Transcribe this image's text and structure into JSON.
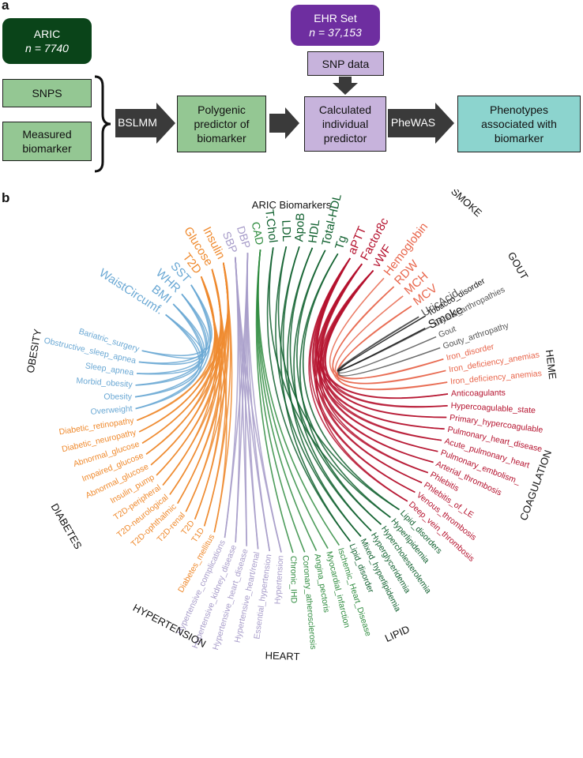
{
  "panel_a": {
    "letter": "a",
    "aric_title": "ARIC",
    "aric_n": "n = 7740",
    "ehr_title": "EHR Set",
    "ehr_n": "n = 37,153",
    "snps_label": "SNPS",
    "measured_label": "Measured biomarker",
    "bslmm_label": "BSLMM",
    "polygenic_label": "Polygenic predictor of biomarker",
    "snp_data_label": "SNP data",
    "calculated_label": "Calculated individual predictor",
    "phewas_label": "PheWAS",
    "phenotypes_label": "Phenotypes associated with biomarker"
  },
  "panel_b": {
    "letter": "b",
    "title": "ARIC Biomarkers",
    "colors": {
      "obesity": "#6aa8d4",
      "diabetes": "#ef8a2e",
      "hypertension": "#a79cc9",
      "heart": "#2e8b3e",
      "lipid": "#0e5f2d",
      "coagulation": "#b5122e",
      "heme": "#e8664c",
      "gout": "#555555",
      "smoke": "#111111"
    },
    "categories": [
      {
        "key": "obesity",
        "label": "OBESITY"
      },
      {
        "key": "diabetes",
        "label": "DIABETES"
      },
      {
        "key": "hypertension",
        "label": "HYPERTENSION"
      },
      {
        "key": "heart",
        "label": "HEART"
      },
      {
        "key": "lipid",
        "label": "LIPID"
      },
      {
        "key": "coagulation",
        "label": "COAGULATION"
      },
      {
        "key": "heme",
        "label": "HEME"
      },
      {
        "key": "gout",
        "label": "GOUT"
      },
      {
        "key": "smoke",
        "label": "SMOKE"
      }
    ],
    "biomarkers": [
      {
        "name": "WaistCircumf.",
        "group": "obesity"
      },
      {
        "name": "BMI",
        "group": "obesity"
      },
      {
        "name": "WHR",
        "group": "obesity"
      },
      {
        "name": "SST",
        "group": "obesity"
      },
      {
        "name": "T2D",
        "group": "diabetes"
      },
      {
        "name": "Glucose",
        "group": "diabetes"
      },
      {
        "name": "Insulin",
        "group": "diabetes"
      },
      {
        "name": "SBP",
        "group": "hypertension"
      },
      {
        "name": "DBP",
        "group": "hypertension"
      },
      {
        "name": "CAD",
        "group": "heart"
      },
      {
        "name": "T.Chol",
        "group": "lipid"
      },
      {
        "name": "LDL",
        "group": "lipid"
      },
      {
        "name": "ApoB",
        "group": "lipid"
      },
      {
        "name": "HDL",
        "group": "lipid"
      },
      {
        "name": "Total-HDL",
        "group": "lipid"
      },
      {
        "name": "Tg",
        "group": "lipid"
      },
      {
        "name": "aPTT",
        "group": "coagulation"
      },
      {
        "name": "Factor8c",
        "group": "coagulation"
      },
      {
        "name": "vWF",
        "group": "coagulation"
      },
      {
        "name": "Hemoglobin",
        "group": "heme"
      },
      {
        "name": "RDW",
        "group": "heme"
      },
      {
        "name": "MCH",
        "group": "heme"
      },
      {
        "name": "MCV",
        "group": "heme"
      },
      {
        "name": "UricAcid",
        "group": "gout"
      },
      {
        "name": "Smoke",
        "group": "smoke"
      }
    ],
    "phenotypes": [
      {
        "name": "Bariatric_surgery",
        "group": "obesity"
      },
      {
        "name": "Obstructive_sleep_apnea",
        "group": "obesity"
      },
      {
        "name": "Sleep_apnea",
        "group": "obesity"
      },
      {
        "name": "Morbid_obesity",
        "group": "obesity"
      },
      {
        "name": "Obesity",
        "group": "obesity"
      },
      {
        "name": "Overweight",
        "group": "obesity"
      },
      {
        "name": "Diabetic_retinopathy",
        "group": "diabetes"
      },
      {
        "name": "Diabetic_neuropathy",
        "group": "diabetes"
      },
      {
        "name": "Abnormal_glucose",
        "group": "diabetes"
      },
      {
        "name": "Impaired_glucose",
        "group": "diabetes"
      },
      {
        "name": "Abnormal_glucose",
        "group": "diabetes"
      },
      {
        "name": "Insulin_pump",
        "group": "diabetes"
      },
      {
        "name": "T2D-peripheral",
        "group": "diabetes"
      },
      {
        "name": "T2D-neurological",
        "group": "diabetes"
      },
      {
        "name": "T2D-ophthalmic",
        "group": "diabetes"
      },
      {
        "name": "T2D-renal",
        "group": "diabetes"
      },
      {
        "name": "T2D",
        "group": "diabetes"
      },
      {
        "name": "T1D",
        "group": "diabetes"
      },
      {
        "name": "Diabetes_mellitus",
        "group": "diabetes"
      },
      {
        "name": "Hypertensive_complications",
        "group": "hypertension"
      },
      {
        "name": "Hypertensive_kidney_disease",
        "group": "hypertension"
      },
      {
        "name": "Hypertensive_heart_disease",
        "group": "hypertension"
      },
      {
        "name": "Hypertensive_heart/renal",
        "group": "hypertension"
      },
      {
        "name": "Essential_hypertension",
        "group": "hypertension"
      },
      {
        "name": "Hypertension",
        "group": "hypertension"
      },
      {
        "name": "Chronic_IHD",
        "group": "heart"
      },
      {
        "name": "Coronary_atherosclerosis",
        "group": "heart"
      },
      {
        "name": "Angina_pectoris",
        "group": "heart"
      },
      {
        "name": "Myocardial_infarction",
        "group": "heart"
      },
      {
        "name": "Ischemic_Heart_Disease",
        "group": "heart"
      },
      {
        "name": "Lipid_disorder",
        "group": "lipid"
      },
      {
        "name": "Mixed_hyperlipidemia",
        "group": "lipid"
      },
      {
        "name": "Hyperglyceridemia",
        "group": "lipid"
      },
      {
        "name": "Hypercholesterolemia",
        "group": "lipid"
      },
      {
        "name": "Hyperlipidemia",
        "group": "lipid"
      },
      {
        "name": "Lipid_disorders",
        "group": "lipid"
      },
      {
        "name": "Deep_vein_thrombosis",
        "group": "coagulation"
      },
      {
        "name": "Venous_thrombosis",
        "group": "coagulation"
      },
      {
        "name": "Phlebitis_of_LE",
        "group": "coagulation"
      },
      {
        "name": "Phlebitis",
        "group": "coagulation"
      },
      {
        "name": "Arterial_thrombosis",
        "group": "coagulation"
      },
      {
        "name": "Pulmonary_embolism_",
        "group": "coagulation"
      },
      {
        "name": "Acute_pulmonary_heart",
        "group": "coagulation"
      },
      {
        "name": "Pulmonary_heart_disease",
        "group": "coagulation"
      },
      {
        "name": "Primary_hypercoagulable",
        "group": "coagulation"
      },
      {
        "name": "Hypercoagulable_state",
        "group": "coagulation"
      },
      {
        "name": "Anticoagulants",
        "group": "coagulation"
      },
      {
        "name": "Iron_deficiency_anemias",
        "group": "heme"
      },
      {
        "name": "Iron_deficiency_anemias",
        "group": "heme"
      },
      {
        "name": "Iron_disorder",
        "group": "heme"
      },
      {
        "name": "Gouty_arthropathy",
        "group": "gout"
      },
      {
        "name": "Gout",
        "group": "gout"
      },
      {
        "name": "Crystal_arthropathies",
        "group": "gout"
      },
      {
        "name": "Tobacco_disorder",
        "group": "smoke"
      }
    ]
  }
}
